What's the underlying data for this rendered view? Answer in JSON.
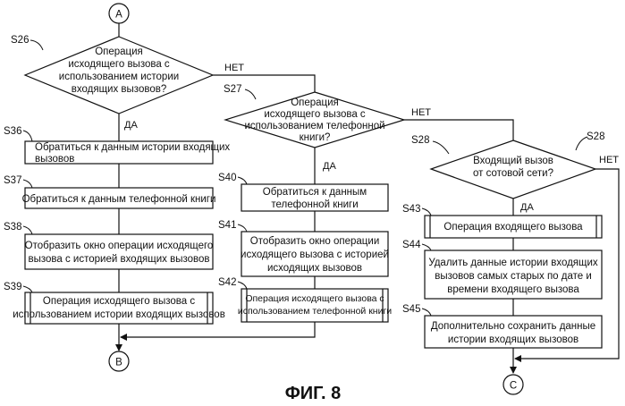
{
  "connectors": {
    "a": "A",
    "b": "B",
    "c": "C"
  },
  "steps": {
    "s26": {
      "label": "S26",
      "lines": [
        "Операция",
        "исходящего вызова с",
        "использованием истории",
        "входящих вызовов?"
      ]
    },
    "s27": {
      "label": "S27",
      "lines": [
        "Операция",
        "исходящего вызова с",
        "использованием телефонной",
        "книги?"
      ]
    },
    "s28": {
      "label": "S28",
      "label2": "S28",
      "lines": [
        "Входящий вызов",
        "от сотовой сети?"
      ]
    },
    "s36": {
      "label": "S36",
      "lines": [
        "Обратиться к данным истории входящих",
        "вызовов"
      ]
    },
    "s37": {
      "label": "S37",
      "lines": [
        "Обратиться к данным телефонной книги"
      ]
    },
    "s38": {
      "label": "S38",
      "lines": [
        "Отобразить окно операции исходящего",
        "вызова с историей входящих вызовов"
      ]
    },
    "s39": {
      "label": "S39",
      "lines": [
        "Операция исходящего вызова с",
        "использованием истории входящих вызовов"
      ]
    },
    "s40": {
      "label": "S40",
      "lines": [
        "Обратиться к данным",
        "телефонной книги"
      ]
    },
    "s41": {
      "label": "S41",
      "lines": [
        "Отобразить окно операции",
        "исходящего вызова с историей",
        "исходящих вызовов"
      ]
    },
    "s42": {
      "label": "S42",
      "lines": [
        "Операция исходящего вызова с",
        "использованием телефонной книги"
      ]
    },
    "s43": {
      "label": "S43",
      "lines": [
        "Операция входящего вызова"
      ]
    },
    "s44": {
      "label": "S44",
      "lines": [
        "Удалить данные истории входящих",
        "вызовов самых старых по дате и",
        "времени входящего вызова"
      ]
    },
    "s45": {
      "label": "S45",
      "lines": [
        "Дополнительно сохранить данные",
        "истории входящих вызовов"
      ]
    }
  },
  "branches": {
    "yes": "ДА",
    "no": "НЕТ"
  },
  "caption": "ФИГ. 8"
}
